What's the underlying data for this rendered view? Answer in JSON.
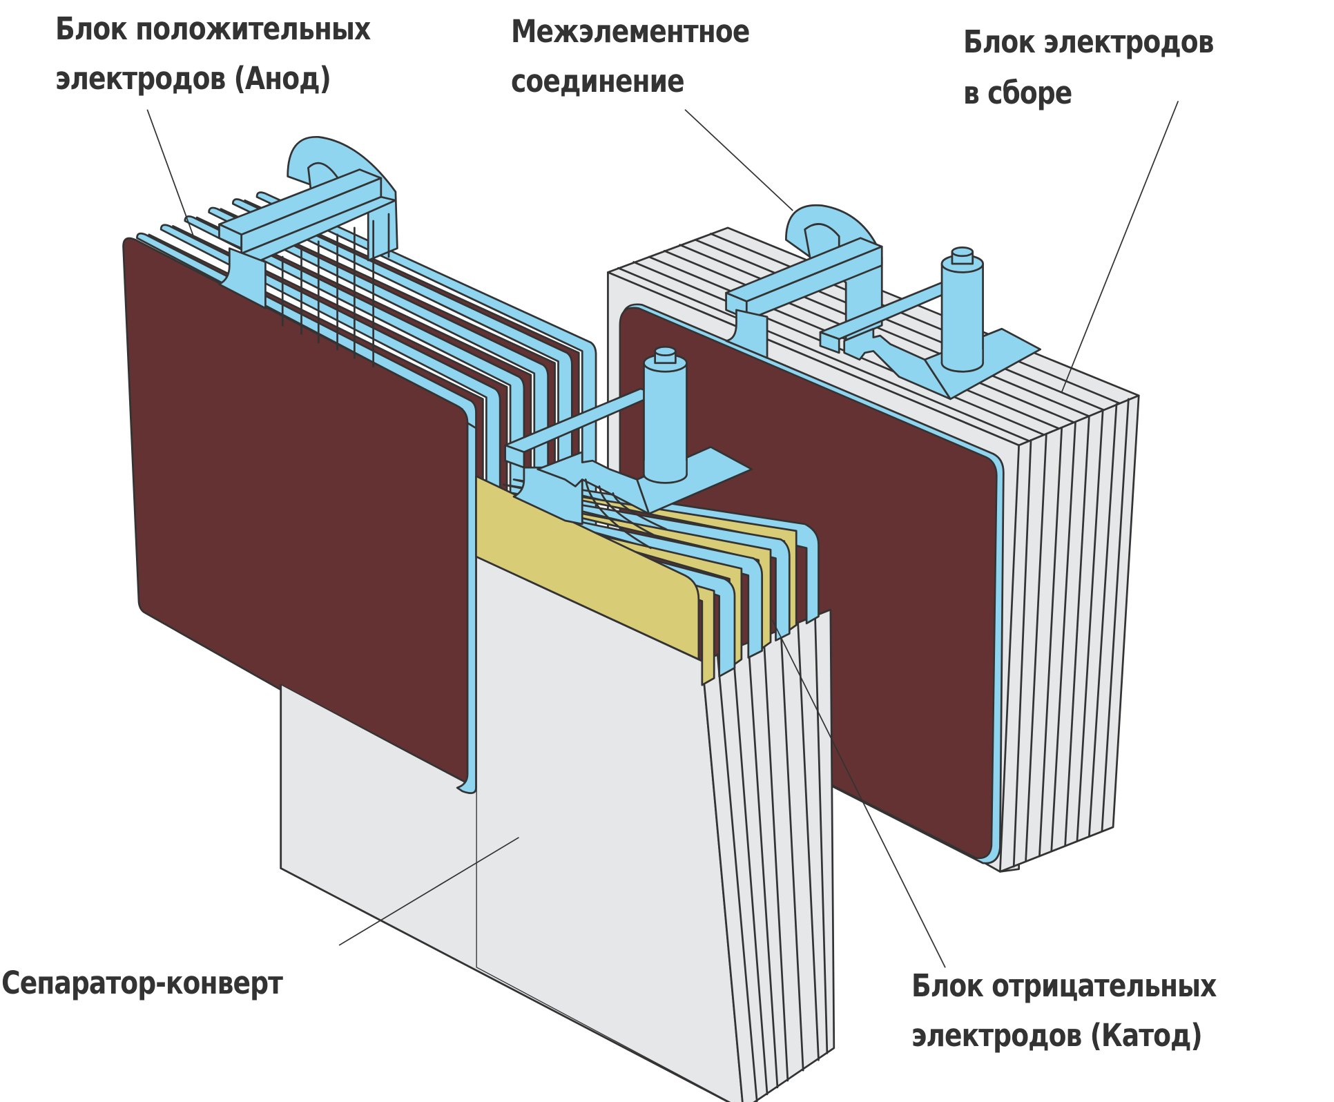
{
  "title": "Устройство блока электродов аккумулятора",
  "labels": {
    "anode": {
      "line1": "Блок положительных",
      "line2": "электродов (Анод)"
    },
    "interconnect": {
      "line1": "Межэлементное",
      "line2": "соединение"
    },
    "assembly": {
      "line1": "Блок электродов",
      "line2": "в сборе"
    },
    "separator": {
      "line1": "Сепаратор-конверт"
    },
    "cathode": {
      "line1": "Блок отрицательных",
      "line2": "электродов (Катод)"
    }
  },
  "colors": {
    "positive_plate": "#643232",
    "lead_parts": "#8fd5f0",
    "negative_plate": "#d9cc77",
    "separator": "#e6e7e9",
    "outline": "#333333",
    "text": "#333333"
  }
}
